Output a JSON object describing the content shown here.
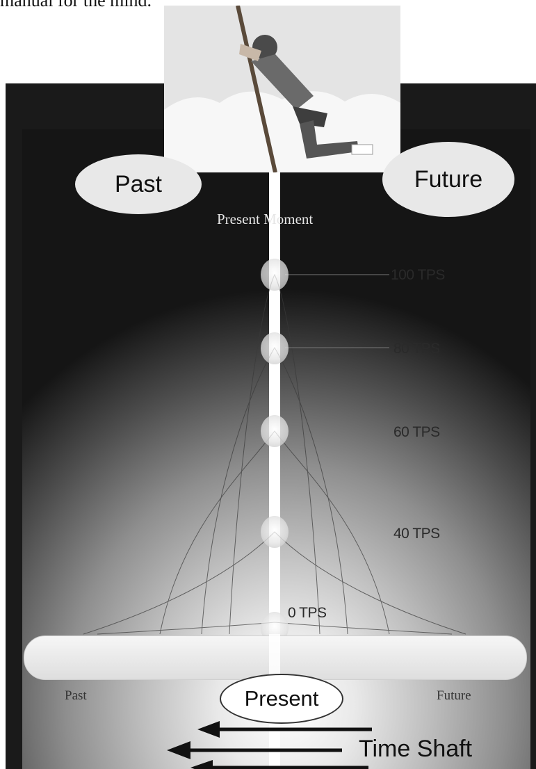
{
  "page": {
    "top_text": "manual for the mind."
  },
  "diagram": {
    "top_left_oval": "Past",
    "top_right_oval": "Future",
    "present_moment_label": "Present Moment",
    "tps_levels": [
      {
        "label": "100 TPS"
      },
      {
        "label": "80 TPS"
      },
      {
        "label": "60 TPS"
      },
      {
        "label": "40 TPS"
      },
      {
        "label": "0 TPS"
      }
    ],
    "timeline_left": "Past",
    "timeline_right": "Future",
    "present_label": "Present",
    "time_shaft_label": "Time Shaft"
  },
  "colors": {
    "frame": "#1a1a1a",
    "shaft": "#ffffff",
    "oval_fill": "#e8e8e8"
  }
}
